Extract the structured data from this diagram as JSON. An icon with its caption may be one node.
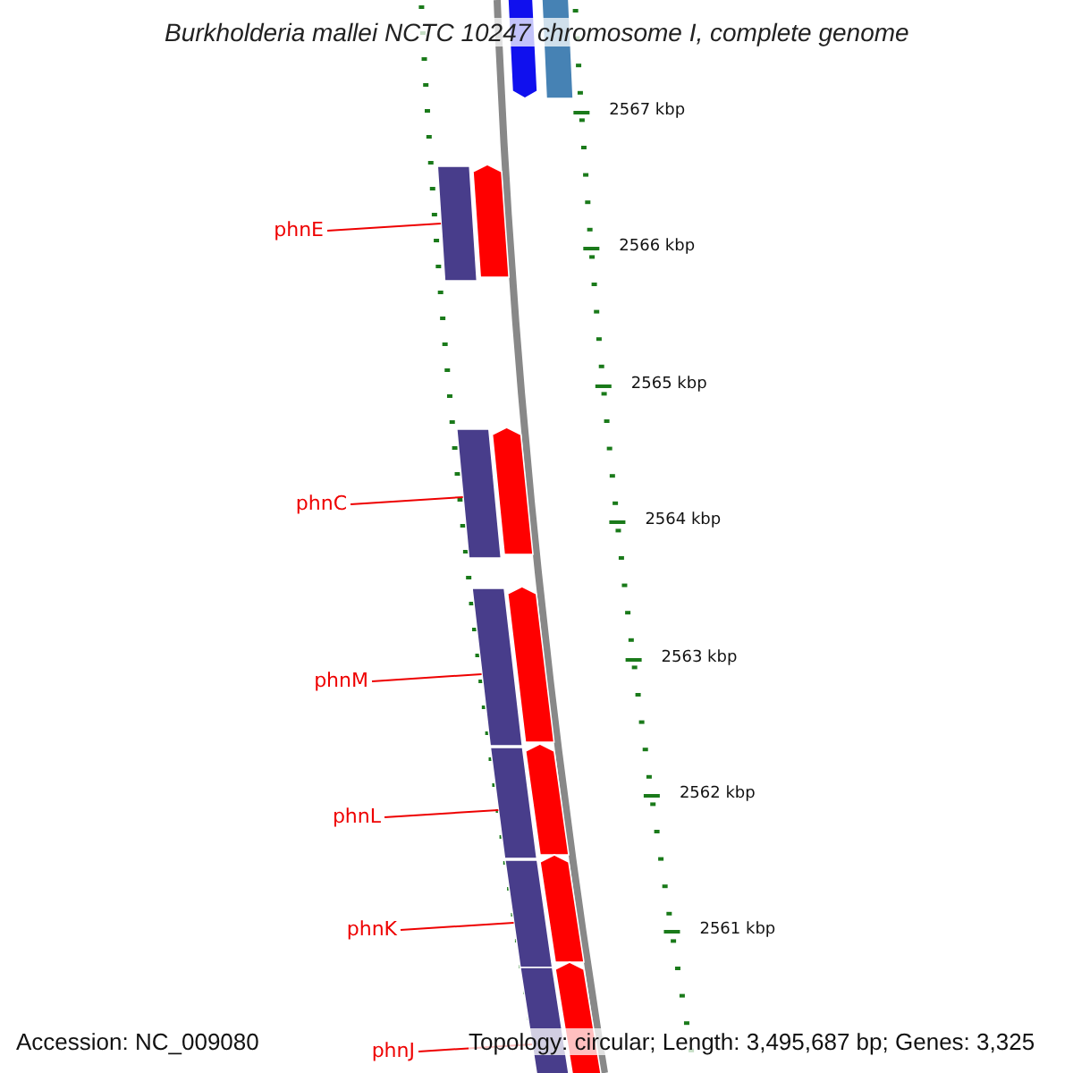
{
  "diagram": {
    "title": "Burkholderia mallei NCTC 10247 chromosome I, complete genome",
    "nodes": [
      {
        "text": [
          "phnE"
        ]
      },
      {
        "text": [
          "phnC"
        ]
      },
      {
        "text": [
          "phnM"
        ]
      },
      {
        "text": [
          "phnL"
        ]
      },
      {
        "text": [
          "phnK"
        ]
      },
      {
        "text": [
          "phnJ"
        ]
      },
      {
        "text": [],
        "shape": "bar"
      },
      {
        "text": [],
        "shape": "bar"
      },
      {
        "text": [],
        "shape": "bar"
      },
      {
        "text": [],
        "shape": "bar"
      },
      {
        "text": [],
        "shape": "bar"
      },
      {
        "text": [],
        "shape": "bar"
      },
      {
        "text": [],
        "shape": "arrow"
      },
      {
        "text": [],
        "shape": "arrow"
      },
      {
        "text": [],
        "shape": "arrow"
      },
      {
        "text": [],
        "shape": "arrow"
      },
      {
        "text": [],
        "shape": "arrow"
      },
      {
        "text": [],
        "shape": "arrow"
      },
      {
        "text": [],
        "shape": "arrow"
      },
      {
        "text": [],
        "shape": "bar"
      }
    ],
    "edges": [
      {
        "from": 0,
        "to": 6,
        "arrow": "none"
      },
      {
        "from": 1,
        "to": 7,
        "arrow": "none"
      },
      {
        "from": 2,
        "to": 8,
        "arrow": "none"
      },
      {
        "from": 3,
        "to": 9,
        "arrow": "none"
      },
      {
        "from": 4,
        "to": 10,
        "arrow": "none"
      },
      {
        "from": 5,
        "to": 11,
        "arrow": "none"
      }
    ],
    "labels": [
      "2567 kbp",
      "2566 kbp",
      "2565 kbp",
      "2564 kbp",
      "2563 kbp",
      "2562 kbp",
      "2561 kbp",
      "Accession: NC_009080",
      "Topology: circular; Length: 3,495,687 bp; Genes: 3,325"
    ]
  }
}
